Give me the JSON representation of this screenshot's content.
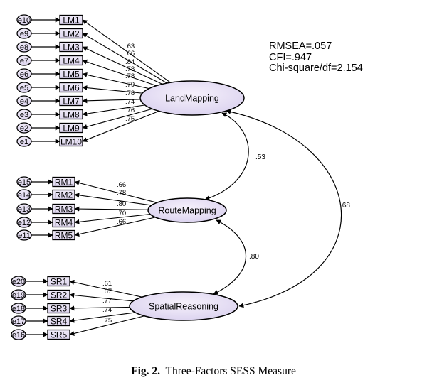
{
  "fit_indices": {
    "rmsea": "RMSEA=.057",
    "cfi": "CFI=.947",
    "chi_df": "Chi-square/df=2.154"
  },
  "caption": {
    "label": "Fig. 2.",
    "text": "Three-Factors SESS Measure"
  },
  "factors": [
    {
      "name": "LandMapping",
      "indicators": [
        {
          "item": "LM1",
          "error": "e10",
          "loading": ".63"
        },
        {
          "item": "LM2",
          "error": "e9",
          "loading": ".66"
        },
        {
          "item": "LM3",
          "error": "e8",
          "loading": ".84"
        },
        {
          "item": "LM4",
          "error": "e7",
          "loading": ".78"
        },
        {
          "item": "LM5",
          "error": "e6",
          "loading": ".78"
        },
        {
          "item": "LM6",
          "error": "e5",
          "loading": ".79"
        },
        {
          "item": "LM7",
          "error": "e4",
          "loading": ".78"
        },
        {
          "item": "LM8",
          "error": "e3",
          "loading": ".74"
        },
        {
          "item": "LM9",
          "error": "e2",
          "loading": ".76"
        },
        {
          "item": "LM10",
          "error": "e1",
          "loading": ".75"
        }
      ]
    },
    {
      "name": "RouteMapping",
      "indicators": [
        {
          "item": "RM1",
          "error": "e15",
          "loading": ".66"
        },
        {
          "item": "RM2",
          "error": "e14",
          "loading": ".78"
        },
        {
          "item": "RM3",
          "error": "e13",
          "loading": ".80"
        },
        {
          "item": "RM4",
          "error": "e12",
          "loading": ".70"
        },
        {
          "item": "RM5",
          "error": "e11",
          "loading": ".66"
        }
      ]
    },
    {
      "name": "SpatialReasoning",
      "indicators": [
        {
          "item": "SR1",
          "error": "e20",
          "loading": ".61"
        },
        {
          "item": "SR2",
          "error": "e19",
          "loading": ".67"
        },
        {
          "item": "SR3",
          "error": "e18",
          "loading": ".77"
        },
        {
          "item": "SR4",
          "error": "e17",
          "loading": ".74"
        },
        {
          "item": "SR5",
          "error": "e16",
          "loading": ".75"
        }
      ]
    }
  ],
  "correlations": [
    {
      "from": "LandMapping",
      "to": "RouteMapping",
      "value": ".53"
    },
    {
      "from": "RouteMapping",
      "to": "SpatialReasoning",
      "value": ".80"
    },
    {
      "from": "LandMapping",
      "to": "SpatialReasoning",
      "value": ".68"
    }
  ],
  "colors": {
    "factor_fill_light": "#f4eefa",
    "factor_fill_dark": "#d9d2ee",
    "box_fill": "#e6e0f2",
    "stroke": "#000000"
  }
}
